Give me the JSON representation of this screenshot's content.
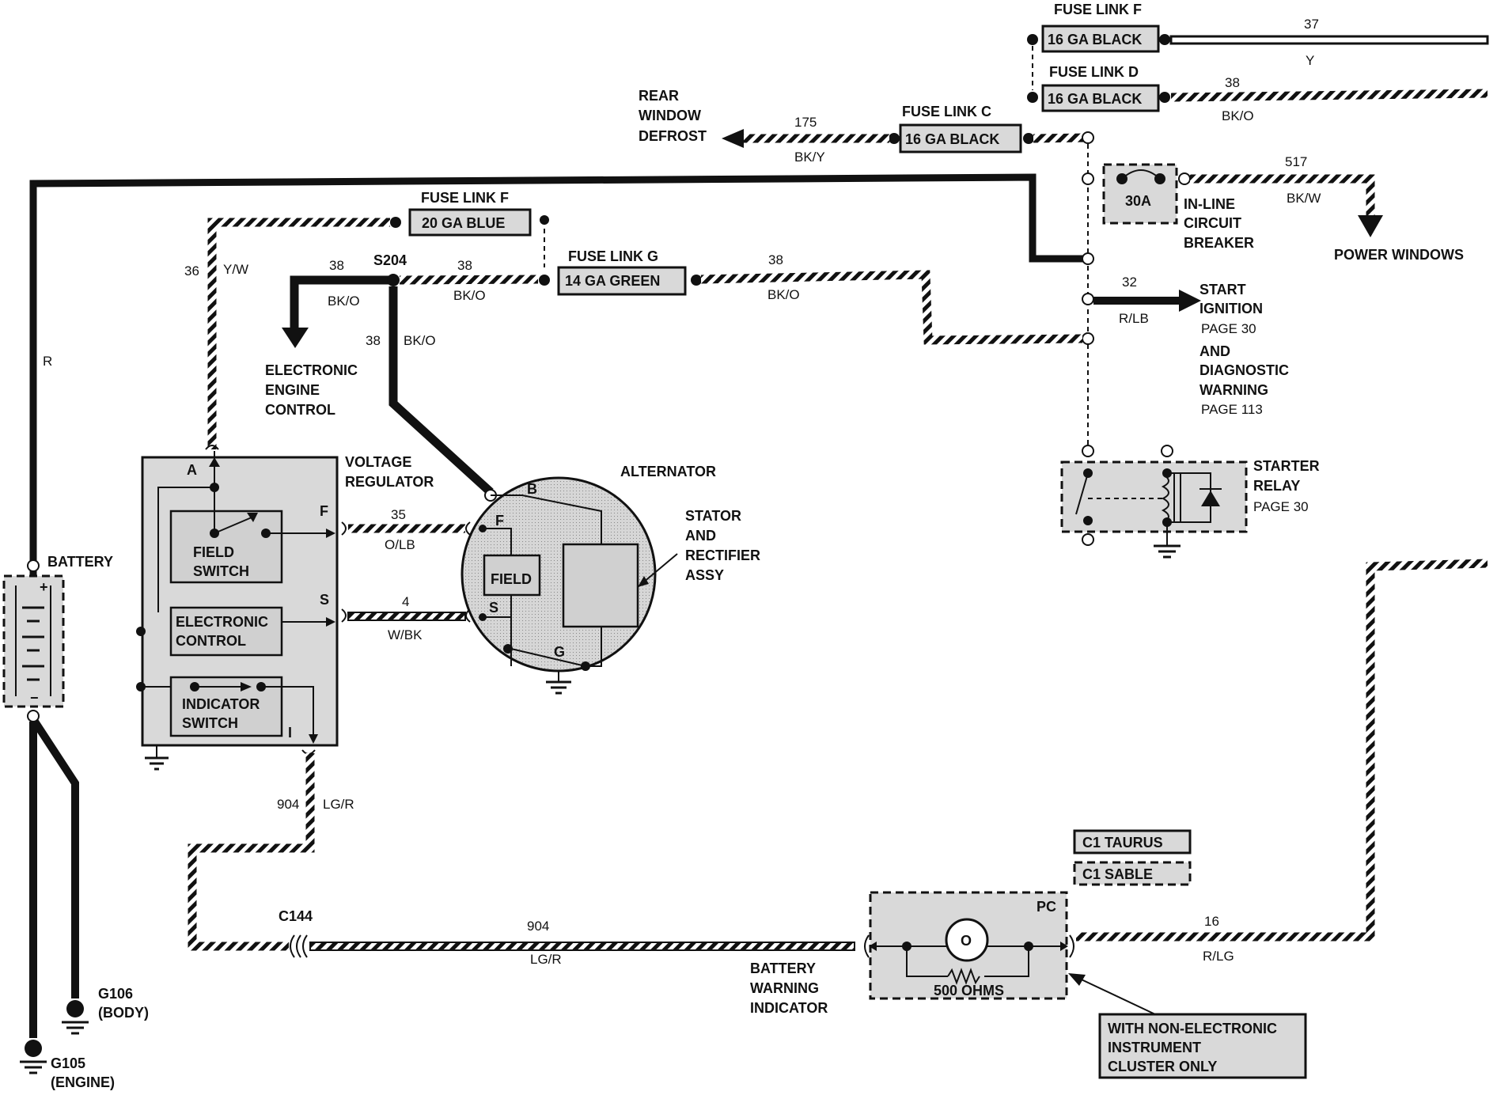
{
  "components": {
    "battery": {
      "label": "BATTERY",
      "plus": "+",
      "minus": "−",
      "wire_color": "R"
    },
    "voltage_regulator": {
      "title_line1": "VOLTAGE",
      "title_line2": "REGULATOR",
      "terminal_a": "A",
      "terminal_f": "F",
      "terminal_s": "S",
      "terminal_i": "I",
      "field_switch_line1": "FIELD",
      "field_switch_line2": "SWITCH",
      "electronic_control_line1": "ELECTRONIC",
      "electronic_control_line2": "CONTROL",
      "indicator_switch_line1": "INDICATOR",
      "indicator_switch_line2": "SWITCH"
    },
    "alternator": {
      "title": "ALTERNATOR",
      "terminal_b": "B",
      "terminal_f": "F",
      "terminal_s": "S",
      "terminal_g": "G",
      "field": "FIELD",
      "stator_line1": "STATOR",
      "stator_line2": "AND",
      "stator_line3": "RECTIFIER",
      "stator_line4": "ASSY"
    },
    "circuit_breaker": {
      "rating": "30A",
      "line1": "IN-LINE",
      "line2": "CIRCUIT",
      "line3": "BREAKER"
    },
    "starter_relay": {
      "line1": "STARTER",
      "line2": "RELAY",
      "line3": "PAGE 30"
    },
    "battery_warning_indicator": {
      "line1": "BATTERY",
      "line2": "WARNING",
      "line3": "INDICATOR",
      "terminal_pc": "PC",
      "resistor": "500 OHMS",
      "bulb": "O"
    },
    "connector_c144": "C144",
    "splice_s204": "S204",
    "grounds": {
      "g106_line1": "G106",
      "g106_line2": "(BODY)",
      "g105_line1": "G105",
      "g105_line2": "(ENGINE)"
    },
    "notes": {
      "c1_taurus": "C1 TAURUS",
      "c1_sable": "C1 SABLE",
      "non_electronic_line1": "WITH NON-ELECTRONIC",
      "non_electronic_line2": "INSTRUMENT",
      "non_electronic_line3": "CLUSTER ONLY"
    }
  },
  "fuse_links": {
    "top_f": {
      "title": "FUSE LINK F",
      "spec": "16 GA BLACK"
    },
    "d": {
      "title": "FUSE LINK D",
      "spec": "16 GA BLACK"
    },
    "c": {
      "title": "FUSE LINK C",
      "spec": "16 GA BLACK"
    },
    "f": {
      "title": "FUSE LINK F",
      "spec": "20 GA BLUE"
    },
    "g": {
      "title": "FUSE LINK G",
      "spec": "14 GA GREEN"
    }
  },
  "wires": {
    "w37": {
      "circuit": "37",
      "color": "Y"
    },
    "w38_top": {
      "circuit": "38",
      "color": "BK/O"
    },
    "w175": {
      "circuit": "175",
      "color": "BK/Y"
    },
    "w517": {
      "circuit": "517",
      "color": "BK/W"
    },
    "w36": {
      "circuit": "36",
      "color": "Y/W"
    },
    "w38_left": {
      "circuit": "38",
      "color": "BK/O"
    },
    "w38_mid": {
      "circuit": "38",
      "color": "BK/O"
    },
    "w38_g": {
      "circuit": "38",
      "color": "BK/O"
    },
    "w38_down": {
      "circuit": "38",
      "color": "BK/O"
    },
    "w32": {
      "circuit": "32",
      "color": "R/LB"
    },
    "w35": {
      "circuit": "35",
      "color": "O/LB"
    },
    "w4": {
      "circuit": "4",
      "color": "W/BK"
    },
    "w904_up": {
      "circuit": "904",
      "color": "LG/R"
    },
    "w904_bottom": {
      "circuit": "904",
      "color": "LG/R"
    },
    "w16": {
      "circuit": "16",
      "color": "R/LG"
    }
  },
  "destinations": {
    "rear_defrost_line1": "REAR",
    "rear_defrost_line2": "WINDOW",
    "rear_defrost_line3": "DEFROST",
    "power_windows": "POWER WINDOWS",
    "start_ignition_line1": "START",
    "start_ignition_line2": "IGNITION",
    "start_ignition_line3": "PAGE 30",
    "start_ignition_line4": "AND",
    "start_ignition_line5": "DIAGNOSTIC",
    "start_ignition_line6": "WARNING",
    "start_ignition_line7": "PAGE 113",
    "eec_line1": "ELECTRONIC",
    "eec_line2": "ENGINE",
    "eec_line3": "CONTROL"
  }
}
